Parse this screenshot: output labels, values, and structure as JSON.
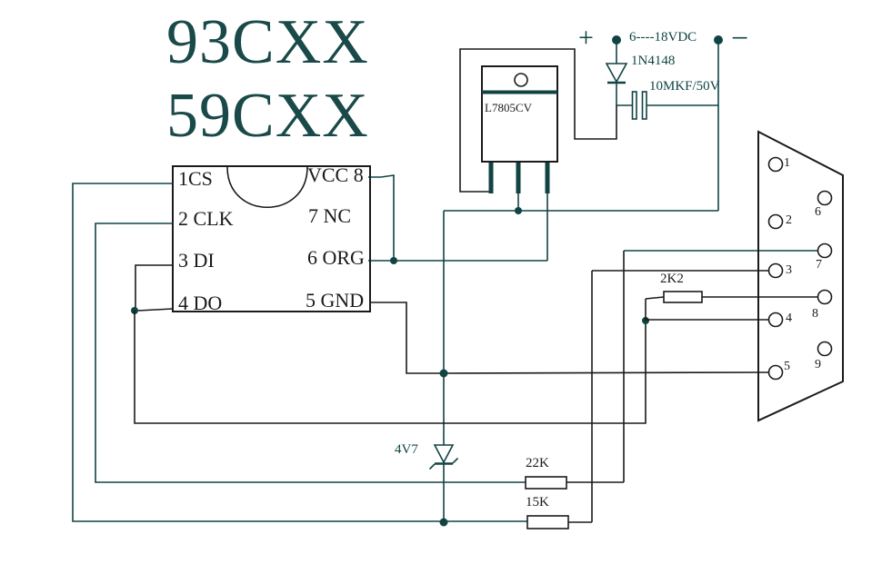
{
  "colors": {
    "ink": "#1a1a1a",
    "teal": "#114343",
    "title": "#1a4949",
    "bg": "#ffffff"
  },
  "title": {
    "line1": "93CXX",
    "line2": "59CXX"
  },
  "power": {
    "plus": "+",
    "minus": "−",
    "supply": "6----18VDC",
    "diode": "1N4148",
    "capacitor": "10MKF/50V"
  },
  "regulator": {
    "part": "L7805CV"
  },
  "ic": {
    "pins_left": [
      "1CS",
      "2 CLK",
      "3 DI",
      "4 DO"
    ],
    "pins_right": [
      "VCC 8",
      "7 NC",
      "6 ORG",
      "5 GND"
    ]
  },
  "zener": {
    "value": "4V7"
  },
  "resistors": {
    "r_cts": "2K2",
    "r_clk": "22K",
    "r_cs": "15K"
  },
  "db9": {
    "pins_left": [
      "1",
      "2",
      "3",
      "4",
      "5"
    ],
    "pins_right": [
      "6",
      "7",
      "8",
      "9"
    ]
  }
}
